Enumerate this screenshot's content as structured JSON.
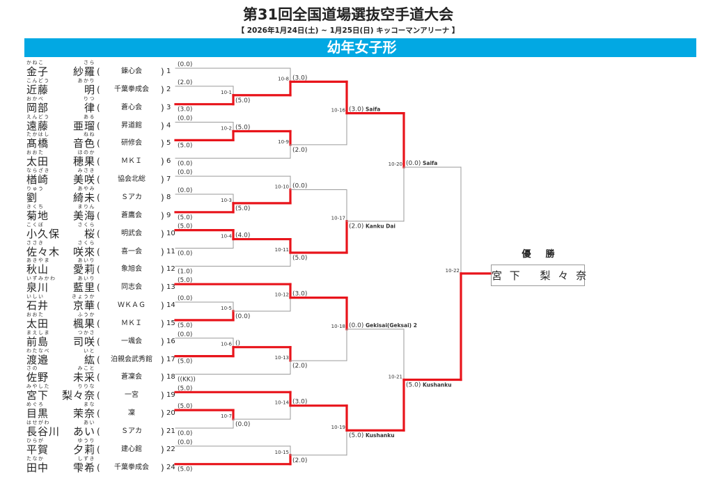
{
  "header": {
    "title": "第31回全国道場選抜空手道大会",
    "subtitle": "【 2026年1月24日(土) ~ 1月25日(日)  キッコーマンアリーナ 】",
    "category": "幼年女子形"
  },
  "colors": {
    "bar": "#02a8e3",
    "winner_line": "#e8141b",
    "line": "#9a9a9a"
  },
  "entrants": [
    {
      "no": "1",
      "family": "金子",
      "given": "紗羅",
      "family_kana": "かねこ",
      "given_kana": "さら",
      "dojo": "錬心会",
      "score": "(0.0)"
    },
    {
      "no": "2",
      "family": "近藤",
      "given": "明",
      "family_kana": "こんどう",
      "given_kana": "あかり",
      "dojo": "千葉拳成会",
      "score": "(2.0)"
    },
    {
      "no": "3",
      "family": "岡部",
      "given": "律",
      "family_kana": "おかべ",
      "given_kana": "りつ",
      "dojo": "蒼心会",
      "score": "(3.0)"
    },
    {
      "no": "4",
      "family": "遠藤",
      "given": "亜瑠",
      "family_kana": "えんどう",
      "given_kana": "ある",
      "dojo": "昇道館",
      "score": "(0.0)"
    },
    {
      "no": "5",
      "family": "髙橋",
      "given": "音色",
      "family_kana": "たかはし",
      "given_kana": "ねね",
      "dojo": "研修会",
      "score": "(5.0)"
    },
    {
      "no": "6",
      "family": "太田",
      "given": "穂果",
      "family_kana": "おおた",
      "given_kana": "ほのか",
      "dojo": "ＭＫＩ",
      "score": "(0.0)"
    },
    {
      "no": "7",
      "family": "楢崎",
      "given": "美咲",
      "family_kana": "ならざき",
      "given_kana": "みさき",
      "dojo": "協会北総",
      "score": "(0.0)"
    },
    {
      "no": "8",
      "family": "劉",
      "given": "綺未",
      "family_kana": "りゅう",
      "given_kana": "あやみ",
      "dojo": "Ｓアカ",
      "score": "(0.0)"
    },
    {
      "no": "9",
      "family": "菊地",
      "given": "美海",
      "family_kana": "きくち",
      "given_kana": "まりん",
      "dojo": "蒼鷹会",
      "score": "(5.0)"
    },
    {
      "no": "10",
      "family": "小久保",
      "given": "桜",
      "family_kana": "こくぼ",
      "given_kana": "さくら",
      "dojo": "明武会",
      "score": "(5.0)"
    },
    {
      "no": "11",
      "family": "佐々木",
      "given": "咲來",
      "family_kana": "ささき",
      "given_kana": "さくら",
      "dojo": "喜一会",
      "score": "(0.0)"
    },
    {
      "no": "12",
      "family": "秋山",
      "given": "愛莉",
      "family_kana": "あきやま",
      "given_kana": "あいり",
      "dojo": "象旭会",
      "score": "(1.0)"
    },
    {
      "no": "13",
      "family": "泉川",
      "given": "藍里",
      "family_kana": "いずみかわ",
      "given_kana": "あいり",
      "dojo": "同志会",
      "score": "(5.0)"
    },
    {
      "no": "14",
      "family": "石井",
      "given": "京華",
      "family_kana": "いしい",
      "given_kana": "きょうか",
      "dojo": "ＷＫＡＧ",
      "score": "(0.0)"
    },
    {
      "no": "15",
      "family": "太田",
      "given": "楓果",
      "family_kana": "おおた",
      "given_kana": "ふうか",
      "dojo": "ＭＫＩ",
      "score": "(5.0)"
    },
    {
      "no": "16",
      "family": "前島",
      "given": "司咲",
      "family_kana": "まえしま",
      "given_kana": "つかさ",
      "dojo": "一颯会",
      "score": "(0.0)"
    },
    {
      "no": "17",
      "family": "渡邉",
      "given": "紘",
      "family_kana": "わたなべ",
      "given_kana": "いと",
      "dojo": "泊親会武秀館",
      "score": "(5.0)"
    },
    {
      "no": "18",
      "family": "佐野",
      "given": "未采",
      "family_kana": "さの",
      "given_kana": "みこと",
      "dojo": "蒼凜会",
      "score": "((KK))"
    },
    {
      "no": "19",
      "family": "宮下",
      "given": "梨々奈",
      "family_kana": "みやした",
      "given_kana": "りりな",
      "dojo": "一宮",
      "score": "(5.0)"
    },
    {
      "no": "20",
      "family": "目黒",
      "given": "茉奈",
      "family_kana": "めぐろ",
      "given_kana": "まな",
      "dojo": "凜",
      "score": "(5.0)"
    },
    {
      "no": "21",
      "family": "長谷川",
      "given": "あい",
      "family_kana": "はせがわ",
      "given_kana": "あい",
      "dojo": "Ｓアカ",
      "score": "(0.0)"
    },
    {
      "no": "22",
      "family": "平賀",
      "given": "夕莉",
      "family_kana": "ひらが",
      "given_kana": "ゆうり",
      "dojo": "建心館",
      "score": "(0.0)"
    },
    {
      "no": "24",
      "family": "田中",
      "given": "雫希",
      "family_kana": "たなか",
      "given_kana": "しずき",
      "dojo": "千葉拳成会",
      "score": "(5.0)"
    }
  ],
  "matches": [
    {
      "id": "10-1",
      "round": 1,
      "top": "p2",
      "bottom": "p3",
      "winner": "bottom",
      "score": "(5.0)",
      "kata": ""
    },
    {
      "id": "10-2",
      "round": 1,
      "top": "p4",
      "bottom": "p5",
      "winner": "bottom",
      "score": "(5.0)",
      "kata": ""
    },
    {
      "id": "10-3",
      "round": 1,
      "top": "p8",
      "bottom": "p9",
      "winner": "bottom",
      "score": "(5.0)",
      "kata": ""
    },
    {
      "id": "10-4",
      "round": 1,
      "top": "p10",
      "bottom": "p11",
      "winner": "top",
      "score": "(4.0)",
      "kata": ""
    },
    {
      "id": "10-5",
      "round": 1,
      "top": "p14",
      "bottom": "p15",
      "winner": "bottom",
      "score": "(0.0)",
      "kata": ""
    },
    {
      "id": "10-6",
      "round": 1,
      "top": "p16",
      "bottom": "p17",
      "winner": "bottom",
      "score": "()",
      "kata": ""
    },
    {
      "id": "10-7",
      "round": 1,
      "top": "p20",
      "bottom": "p21",
      "winner": "top",
      "score": "(0.0)",
      "kata": ""
    },
    {
      "id": "10-8",
      "round": 2,
      "top": "p1",
      "bottom": "10-1",
      "winner": "bottom",
      "score": "(3.0)",
      "kata": ""
    },
    {
      "id": "10-9",
      "round": 2,
      "top": "10-2",
      "bottom": "p6",
      "winner": "top",
      "score": "(2.0)",
      "kata": ""
    },
    {
      "id": "10-10",
      "round": 2,
      "top": "p7",
      "bottom": "10-3",
      "winner": "bottom",
      "score": "(0.0)",
      "kata": ""
    },
    {
      "id": "10-11",
      "round": 2,
      "top": "10-4",
      "bottom": "p12",
      "winner": "top",
      "score": "(5.0)",
      "kata": ""
    },
    {
      "id": "10-12",
      "round": 2,
      "top": "p13",
      "bottom": "10-5",
      "winner": "top",
      "score": "(3.0)",
      "kata": ""
    },
    {
      "id": "10-13",
      "round": 2,
      "top": "10-6",
      "bottom": "p18",
      "winner": "top",
      "score": "(2.0)",
      "kata": ""
    },
    {
      "id": "10-14",
      "round": 2,
      "top": "p19",
      "bottom": "10-7",
      "winner": "top",
      "score": "(3.0)",
      "kata": ""
    },
    {
      "id": "10-15",
      "round": 2,
      "top": "p22",
      "bottom": "p24",
      "winner": "bottom",
      "score": "(2.0)",
      "kata": ""
    },
    {
      "id": "10-16",
      "round": 3,
      "top": "10-8",
      "bottom": "10-9",
      "winner": "top",
      "score": "(3.0)",
      "kata": "Saifa"
    },
    {
      "id": "10-17",
      "round": 3,
      "top": "10-10",
      "bottom": "10-11",
      "winner": "bottom",
      "score": "(2.0)",
      "kata": "Kanku Dai"
    },
    {
      "id": "10-18",
      "round": 3,
      "top": "10-12",
      "bottom": "10-13",
      "winner": "top",
      "score": "(0.0)",
      "kata": "Gekisai(Geksai) 2"
    },
    {
      "id": "10-19",
      "round": 3,
      "top": "10-14",
      "bottom": "10-15",
      "winner": "top",
      "score": "(5.0)",
      "kata": "Kushanku"
    },
    {
      "id": "10-20",
      "round": 4,
      "top": "10-16",
      "bottom": "10-17",
      "winner": "top",
      "score": "(0.0)",
      "kata": "Saifa"
    },
    {
      "id": "10-21",
      "round": 4,
      "top": "10-18",
      "bottom": "10-19",
      "winner": "bottom",
      "score": "(5.0)",
      "kata": "Kushanku"
    },
    {
      "id": "10-22",
      "round": 5,
      "top": "10-20",
      "bottom": "10-21",
      "winner": "bottom",
      "score": "",
      "kata": ""
    }
  ],
  "champion": {
    "label": "優　勝",
    "name": "宮 下　 梨 々 奈"
  }
}
